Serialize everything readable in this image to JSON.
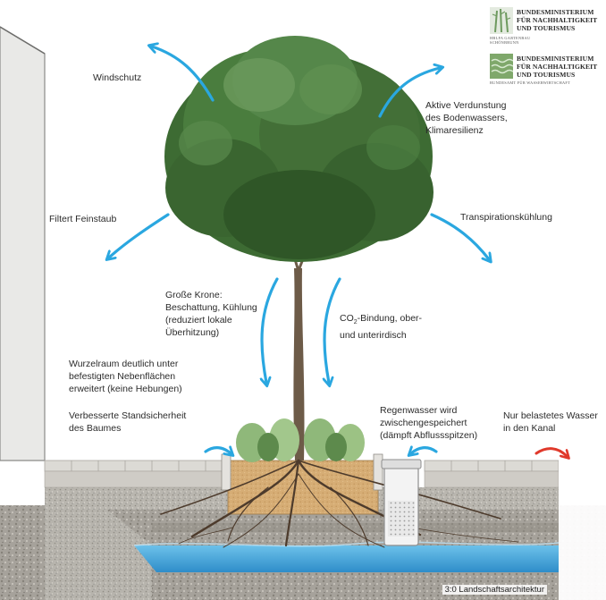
{
  "labels": {
    "windschutz": "Windschutz",
    "verdunstung": "Aktive Verdunstung\ndes Bodenwassers,\nKlimaresilienz",
    "feinstaub": "Filtert Feinstaub",
    "transpiration": "Transpirationskühlung",
    "krone": "Große Krone:\nBeschattung, Kühlung\n(reduziert lokale\nÜberhitzung)",
    "co2_prefix": "CO",
    "co2_sub": "2",
    "co2_suffix": "-Bindung, ober-\nund unterirdisch",
    "wurzelraum": "Wurzelraum deutlich unter\nbefestigten Nebenflächen\nerweitert (keine Hebungen)",
    "standsicherheit": "Verbesserte Standsicherheit\ndes Baumes",
    "regenwasser": "Regenwasser wird\nzwischengespeichert\n(dämpft Abflussspitzen)",
    "kanal": "Nur belastetes Wasser\nin den Kanal"
  },
  "logos": {
    "top": {
      "title": "BUNDESMINISTERIUM\nFÜR NACHHALTIGKEIT\nUND TOURISMUS",
      "subtitle": "HBLFA GARTENBAU\nSCHÖNBRUNN"
    },
    "bottom": {
      "title": "BUNDESMINISTERIUM\nFÜR NACHHALTIGKEIT\nUND TOURISMUS",
      "subtitle": "BUNDESAMT FÜR WASSERWIRTSCHAFT"
    }
  },
  "credit": "3:0 Landschaftsarchitektur",
  "colors": {
    "arrow_blue": "#2aa7e0",
    "arrow_red": "#e0392b",
    "foliage": "#3d6b33",
    "soil_substrate": "#d8b07a",
    "water": "#3fa2d8"
  }
}
